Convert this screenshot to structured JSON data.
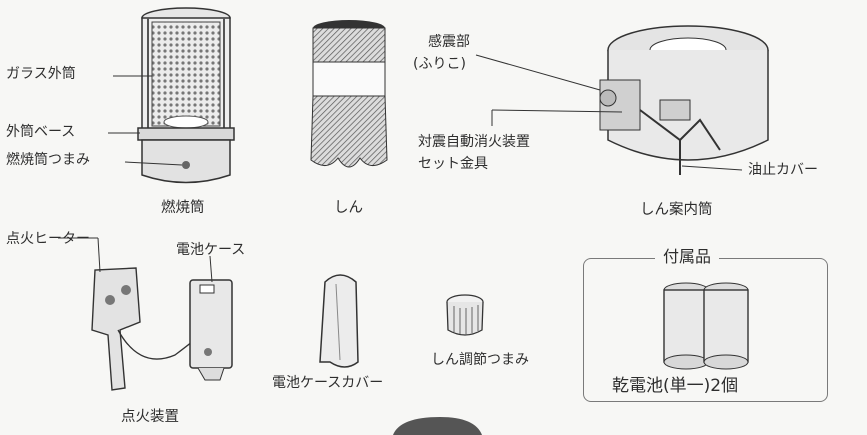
{
  "labels": {
    "glass_outer_cylinder": "ガラス外筒",
    "outer_cylinder_base": "外筒ベース",
    "burner_knob": "燃焼筒つまみ",
    "burner": "燃焼筒",
    "wick": "しん",
    "sensor": "感震部",
    "sensor_sub": "(ふりこ)",
    "auto_extinguish_1": "対震自動消火装置",
    "auto_extinguish_2": "セット金具",
    "oil_stop_cover": "油止カバー",
    "wick_guide": "しん案内筒",
    "igniter_heater": "点火ヒーター",
    "battery_case": "電池ケース",
    "ignition_device": "点火装置",
    "battery_case_cover": "電池ケースカバー",
    "wick_adjust_knob": "しん調節つまみ"
  },
  "accessories": {
    "title": "付属品",
    "item": "乾電池(単一)2個"
  }
}
